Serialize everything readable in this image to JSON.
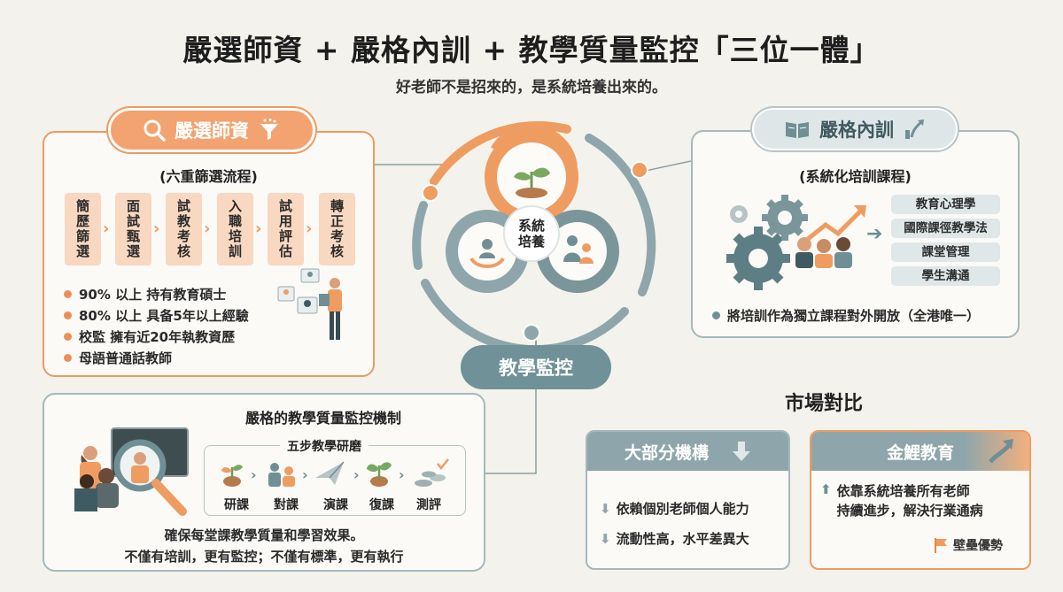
{
  "header": {
    "title": "嚴選師資 + 嚴格內訓 + 教學質量監控「三位一體」",
    "subtitle": "好老師不是招來的，是系統培養出來的。"
  },
  "center": {
    "label_line1": "系統",
    "label_line2": "培養"
  },
  "teachers": {
    "pill_label": "嚴選師資",
    "section_title": "(六重篩選流程)",
    "steps": [
      "簡歷篩選",
      "面試甄選",
      "試教考核",
      "入職培訓",
      "試用評估",
      "轉正考核"
    ],
    "bullets": [
      "90% 以上 持有教育碩士",
      "80% 以上 具备5年以上經驗",
      "校監 擁有近20年執教資歷",
      "母語普通話教師"
    ]
  },
  "training": {
    "pill_label": "嚴格內訓",
    "section_title": "(系統化培訓課程)",
    "courses": [
      "教育心理學",
      "國際課徑教學法",
      "課堂管理",
      "學生溝通"
    ],
    "note": "將培訓作為獨立課程對外開放（全港唯一）"
  },
  "monitor": {
    "pill_label": "教學監控",
    "section_title": "嚴格的教學質量監控機制",
    "subsection_title": "五步教學研磨",
    "steps": [
      "研課",
      "對課",
      "演課",
      "復課",
      "測評"
    ],
    "footer_line1": "確保每堂課教學質量和學習效果。",
    "footer_line2": "不僅有培訓，更有監控；不僅有標準，更有執行"
  },
  "market": {
    "title": "市場對比",
    "most": {
      "title": "大部分機構",
      "items": [
        "依賴個別老師個人能力",
        "流動性高，水平差異大"
      ]
    },
    "gold": {
      "title": "金鯉教育",
      "item_line1": "依靠系統培養所有老師",
      "item_line2": "持續進步，解決行業通病",
      "badge": "壁壘優勢"
    }
  },
  "colors": {
    "orange": "#ef9c61",
    "teal": "#6f9197",
    "light_teal": "#dfe7e8",
    "peach": "#f8d8c1"
  }
}
